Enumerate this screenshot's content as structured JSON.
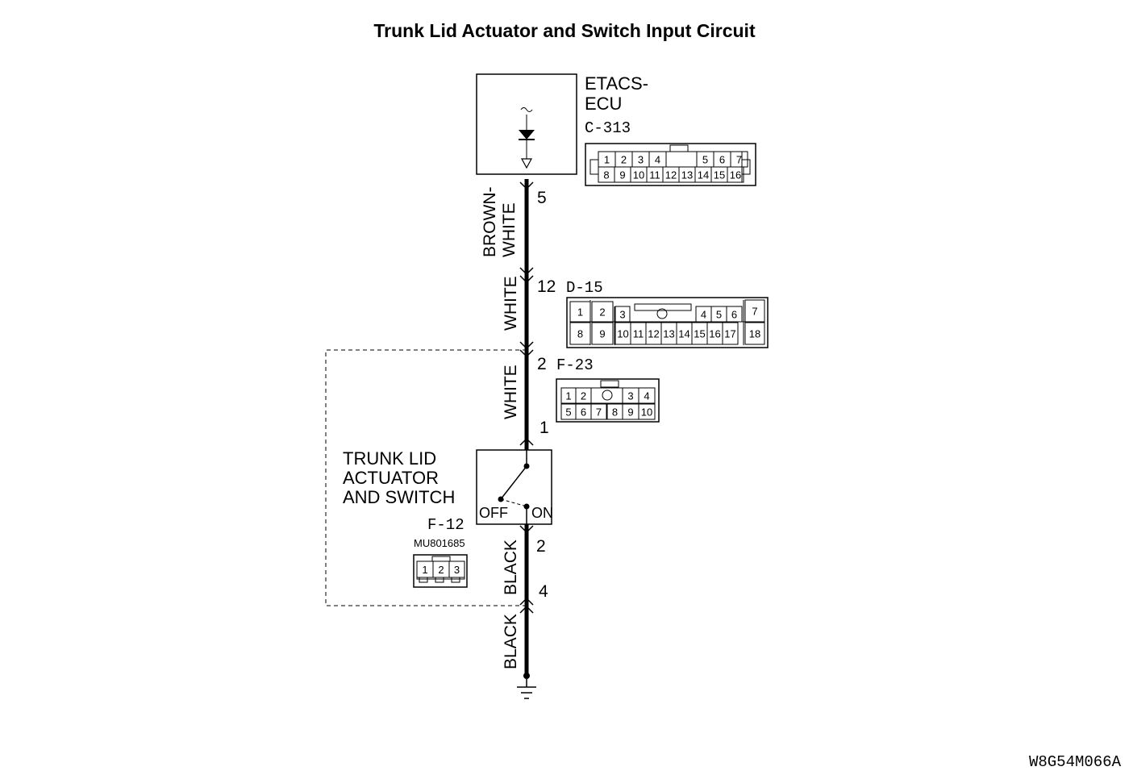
{
  "title": "Trunk Lid Actuator and Switch Input Circuit",
  "diagram_code": "W8G54M066A",
  "ecu": {
    "name_line1": "ETACS-",
    "name_line2": "ECU",
    "connector": "C-313",
    "pin": "5",
    "connector_top_row": [
      "1",
      "2",
      "3",
      "4",
      "5",
      "6",
      "7"
    ],
    "connector_bottom_row": [
      "8",
      "9",
      "10",
      "11",
      "12",
      "13",
      "14",
      "15",
      "16"
    ]
  },
  "wires": {
    "w1_line1": "BROWN-",
    "w1_line2": "WHITE",
    "w2": "WHITE",
    "w3": "WHITE",
    "w4": "BLACK",
    "w5": "BLACK"
  },
  "d15": {
    "pin": "12",
    "connector": "D-15",
    "cells": [
      "1",
      "2",
      "3",
      "4",
      "5",
      "6",
      "7",
      "8",
      "9",
      "10",
      "11",
      "12",
      "13",
      "14",
      "15",
      "16",
      "17",
      "18"
    ]
  },
  "f23": {
    "pin_top": "2",
    "pin_bottom": "1",
    "connector": "F-23",
    "top_row": [
      "1",
      "2",
      "3",
      "4"
    ],
    "bottom_row": [
      "5",
      "6",
      "7",
      "8",
      "9",
      "10"
    ]
  },
  "switch": {
    "name_line1": "TRUNK LID",
    "name_line2": "ACTUATOR",
    "name_line3": "AND SWITCH",
    "connector": "F-12",
    "part_number": "MU801685",
    "off_label": "OFF",
    "on_label": "ON",
    "pin_out": "2",
    "cells": [
      "1",
      "2",
      "3"
    ]
  },
  "ground_pin": "4"
}
